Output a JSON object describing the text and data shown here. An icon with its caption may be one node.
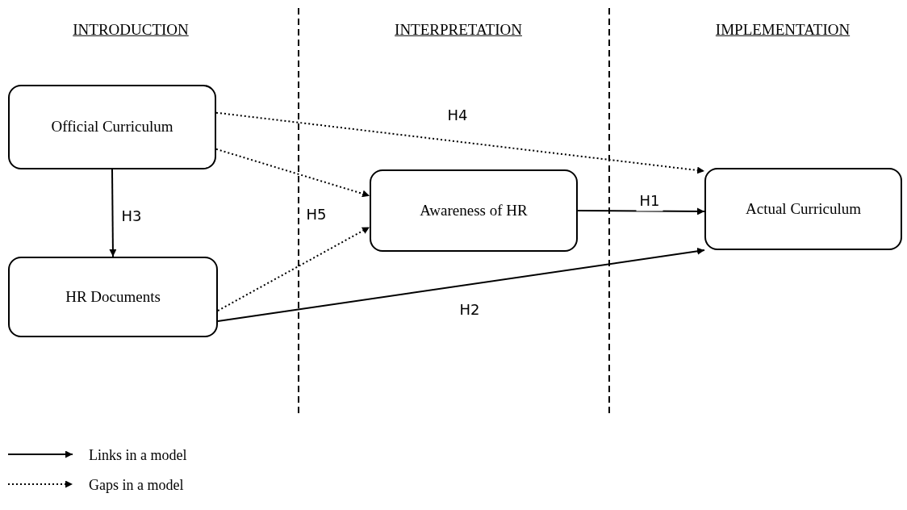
{
  "diagram": {
    "nodes": [
      {
        "text": [
          "Official Curriculum"
        ]
      },
      {
        "text": [
          "HR Documents"
        ]
      },
      {
        "text": [
          "Awareness of HR"
        ]
      },
      {
        "text": [
          "Actual Curriculum"
        ]
      }
    ],
    "edges": [
      {
        "from": 0,
        "to": 3,
        "arrow": "to",
        "label": "H4",
        "style": "dashed"
      },
      {
        "from": 0,
        "to": 2,
        "arrow": "to",
        "style": "dashed"
      },
      {
        "from": 1,
        "to": 2,
        "arrow": "to",
        "style": "dashed"
      },
      {
        "from": 2,
        "to": 3,
        "arrow": "to",
        "label": "H1"
      },
      {
        "from": 0,
        "to": 1,
        "arrow": "to",
        "label": "H3"
      },
      {
        "from": 1,
        "to": 3,
        "arrow": "to",
        "label": "H2"
      }
    ],
    "labels": [
      "INTRODUCTION",
      "INTERPRETATION",
      "IMPLEMENTATION",
      "H5"
    ],
    "legend": [
      {
        "text": "Links in a model"
      },
      {
        "text": "Gaps in a model"
      }
    ]
  }
}
